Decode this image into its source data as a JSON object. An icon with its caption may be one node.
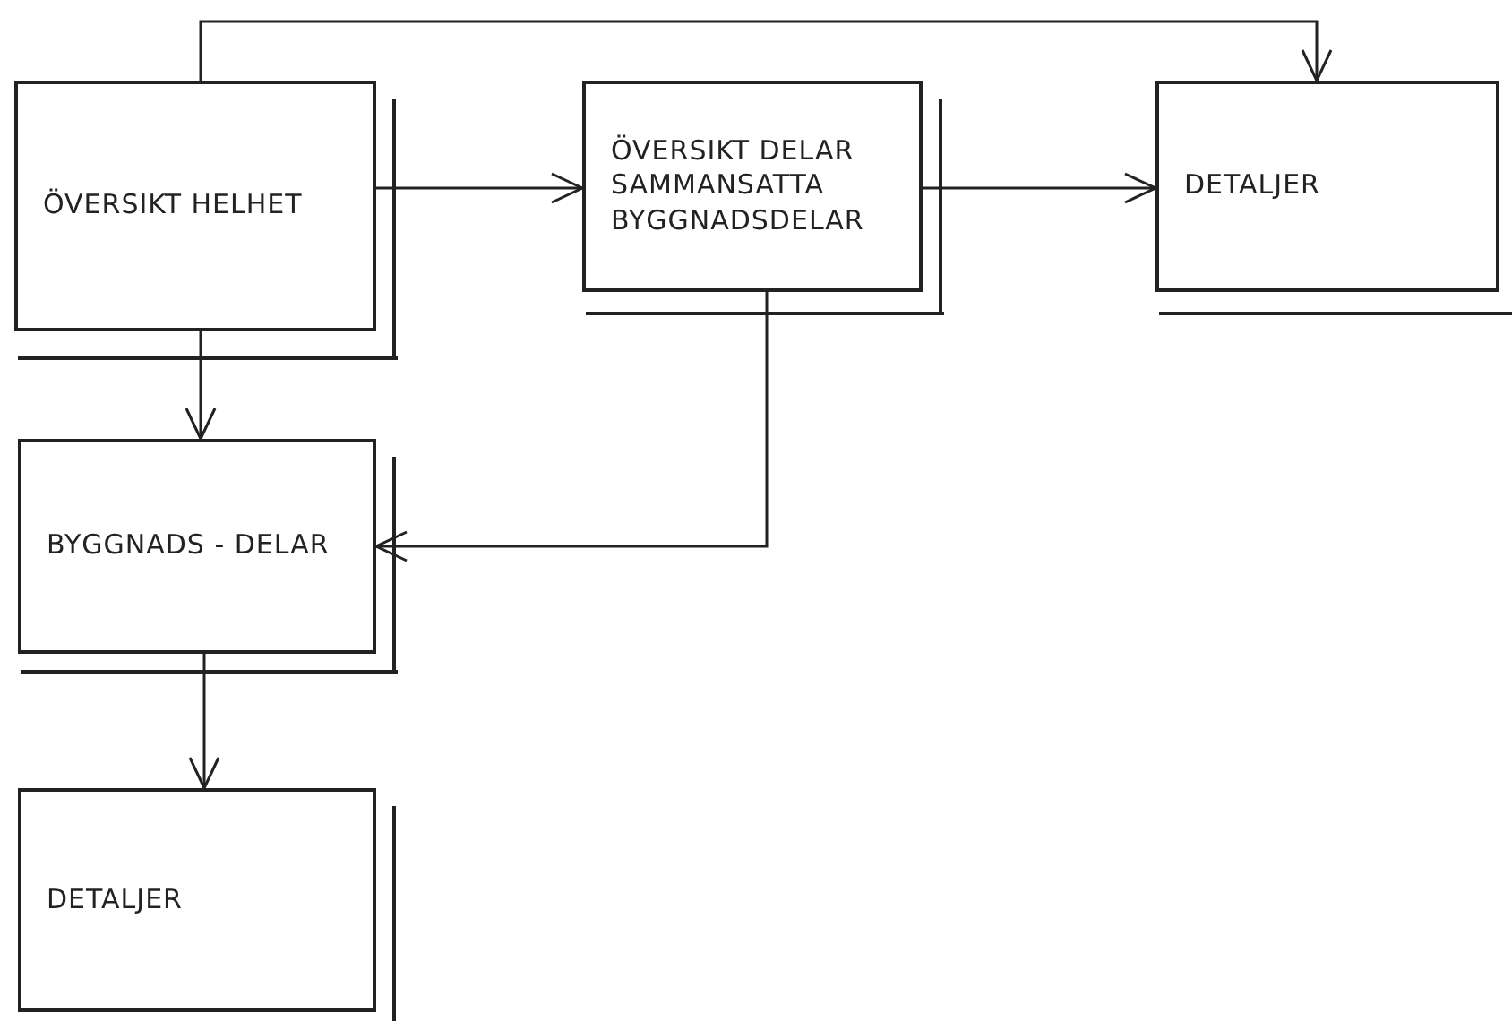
{
  "diagram": {
    "nodes": [
      {
        "text": [
          "ÖVERSIKT HELHET"
        ]
      },
      {
        "text": [
          "ÖVERSIKT DELAR SAMMANSATTA BYGGNADSDELAR"
        ]
      },
      {
        "text": [
          "DETALJER"
        ]
      },
      {
        "text": [
          "BYGGNADS - DELAR"
        ]
      },
      {
        "text": [
          "DETALJER"
        ]
      }
    ],
    "edges": [
      {
        "from": 0,
        "to": 1,
        "arrow": "to"
      },
      {
        "from": 1,
        "to": 2,
        "arrow": "to"
      },
      {
        "from": 0,
        "to": 2,
        "arrow": "to"
      },
      {
        "from": 0,
        "to": 3,
        "arrow": "to"
      },
      {
        "from": 1,
        "to": 3,
        "arrow": "to"
      },
      {
        "from": 3,
        "to": 4,
        "arrow": "to"
      }
    ]
  }
}
